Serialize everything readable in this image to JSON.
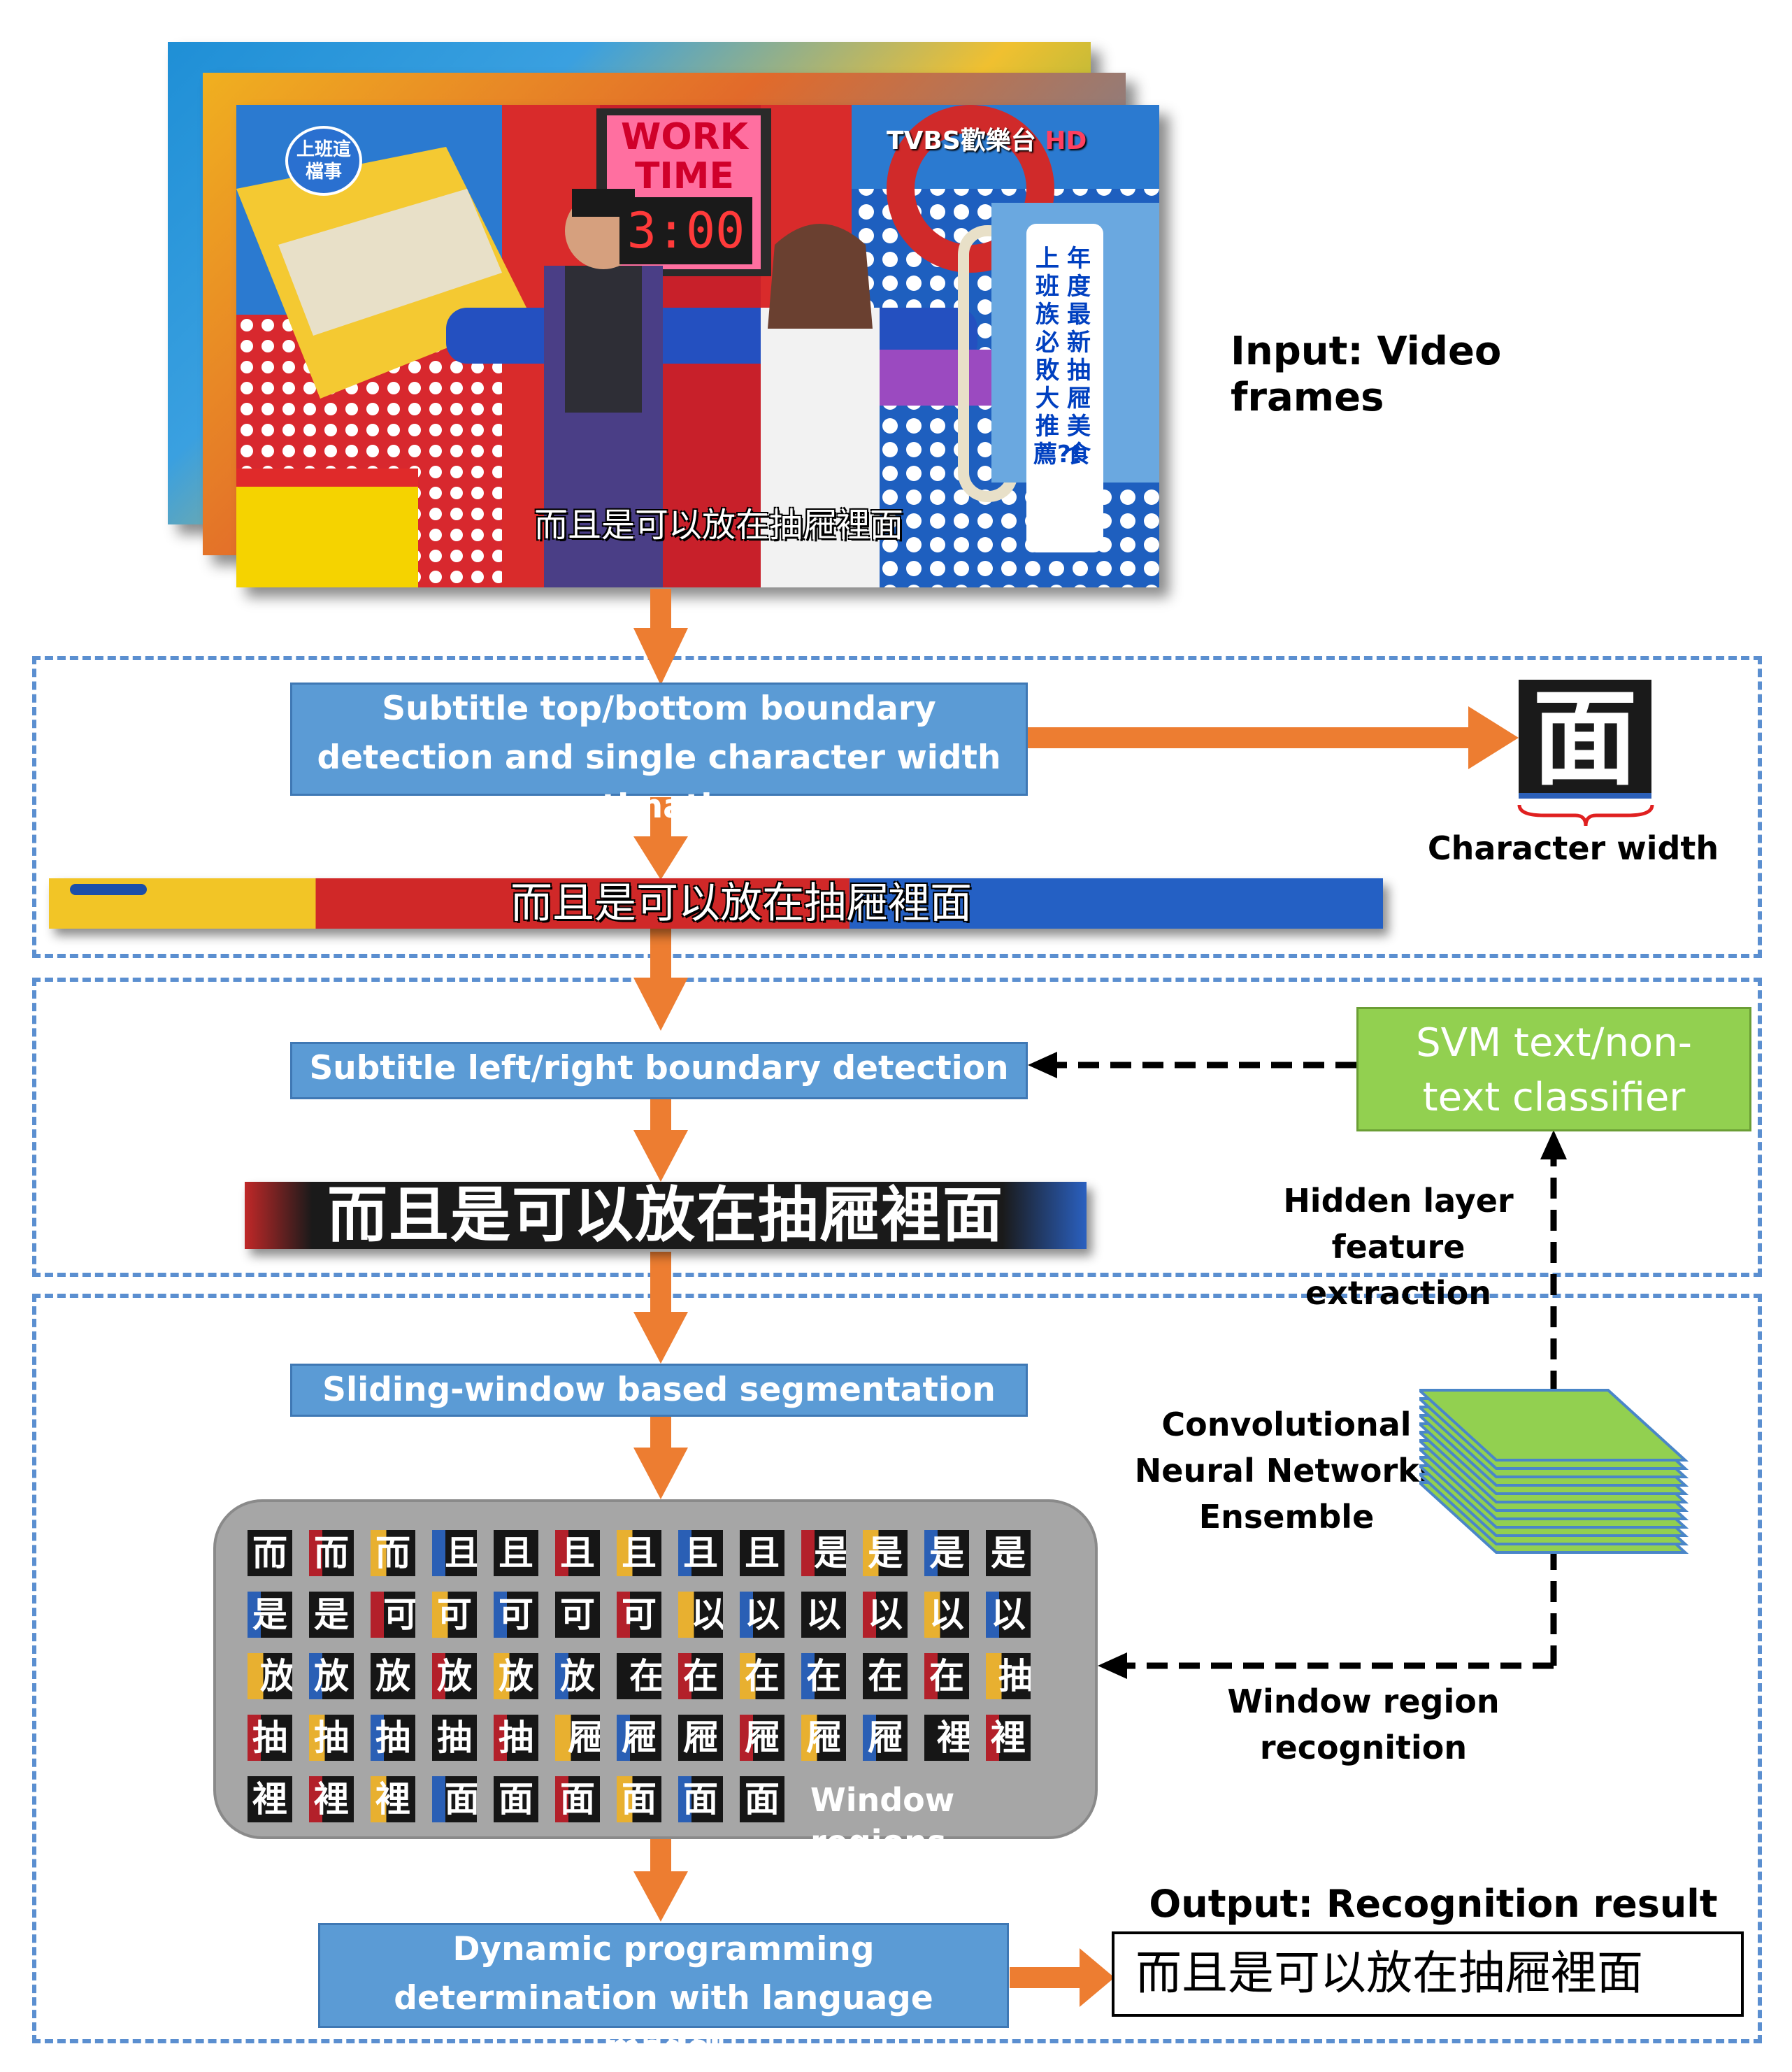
{
  "input_label": "Input: Video frames",
  "frames": {
    "subtitle": "而且是可以放在抽屜裡面",
    "sign_line1": "WORK",
    "sign_line2": "TIME",
    "sign_clock": "3:00",
    "channel": "TVBS歡樂台",
    "channel_hd": "HD",
    "logo": "上班這檔事",
    "vertical_caption_1": "年度最新抽屜美食",
    "vertical_caption_2": "上班族必敗大推薦?!"
  },
  "steps": {
    "boundary_tb": "Subtitle top/bottom boundary detection and single character width estimation",
    "boundary_lr": "Subtitle left/right boundary detection",
    "sliding": "Sliding-window based segmentation",
    "dp": "Dynamic programming determination with language model"
  },
  "char_sample": "面",
  "char_width_label": "Character width",
  "strip_text": "而且是可以放在抽屜裡面",
  "cropped_text": "而且是可以放在抽屜裡面",
  "svm": "SVM text/non-text classifier",
  "hidden_layer": "Hidden layer feature extraction",
  "cnn": "Convolutional Neural Networks Ensemble",
  "window_recog": "Window region recognition",
  "window_regions_label": "Window regions",
  "window_tiles": [
    [
      "而",
      "而",
      "而",
      "而且",
      "且",
      "且",
      "且",
      "且",
      "且",
      "且是",
      "是",
      "是",
      "是"
    ],
    [
      "是",
      "是",
      "是可",
      "可",
      "可",
      "可",
      "可",
      "可以",
      "以",
      "以",
      "以",
      "以",
      "以"
    ],
    [
      "以放",
      "放",
      "放",
      "放",
      "放",
      "放",
      "放在",
      "在",
      "在",
      "在",
      "在",
      "在",
      "在抽"
    ],
    [
      "抽",
      "抽",
      "抽",
      "抽",
      "抽",
      "抽屜",
      "屜",
      "屜",
      "屜",
      "屜",
      "屜",
      "屜裡",
      "裡"
    ],
    [
      "裡",
      "裡",
      "裡",
      "裡面",
      "面",
      "面",
      "面",
      "面",
      "面"
    ]
  ],
  "output_label": "Output: Recognition result",
  "output_text": "而且是可以放在抽屜裡面",
  "colors": {
    "blue_box": "#5b9bd5",
    "green_box": "#92d050",
    "arrow": "#ed7d31",
    "dash": "#5b8fd0"
  }
}
